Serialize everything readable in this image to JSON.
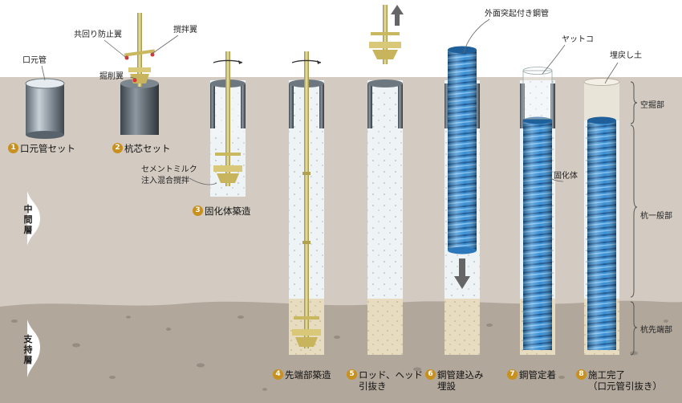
{
  "layers": {
    "middle": [
      "中",
      "間",
      "層"
    ],
    "support": [
      "支",
      "持",
      "層"
    ]
  },
  "callouts": {
    "kuchimoto_kan": "口元管",
    "tomomawari_boshi_yoku": "共回り防止翼",
    "kakuhan_yoku": "撹拌翼",
    "kussaku_yoku": "掘削翼",
    "cement_milk_1": "セメントミルク",
    "cement_milk_2": "注入混合撹拌",
    "gaimen_tokki_kokan": "外面突起付き鋼管",
    "yattoko": "ヤットコ",
    "umemodoshi_do": "埋戻し土",
    "koka_tai": "固化体"
  },
  "zones": {
    "karabori": "空掘部",
    "kui_ippan": "杭一般部",
    "kui_sentan": "杭先端部"
  },
  "steps": [
    {
      "num": "1",
      "line1": "口元管セット",
      "line2": ""
    },
    {
      "num": "2",
      "line1": "杭芯セット",
      "line2": ""
    },
    {
      "num": "3",
      "line1": "固化体築造",
      "line2": ""
    },
    {
      "num": "4",
      "line1": "先端部築造",
      "line2": ""
    },
    {
      "num": "5",
      "line1": "ロッド、ヘッド",
      "line2": "引抜き"
    },
    {
      "num": "6",
      "line1": "鋼管建込み",
      "line2": "埋設"
    },
    {
      "num": "7",
      "line1": "鋼管定着",
      "line2": ""
    },
    {
      "num": "8",
      "line1": "施工完了",
      "line2": "（口元管引抜き）"
    }
  ],
  "colors": {
    "ground": "#cfc6bd",
    "support_layer": "#b2a89d",
    "soilcement": "#eef3f6",
    "tip_concrete": "#e7dcc0",
    "steel_pipe": "#2e7fc4",
    "rod": "#cfc27a",
    "step_badge": "#c8901e"
  }
}
